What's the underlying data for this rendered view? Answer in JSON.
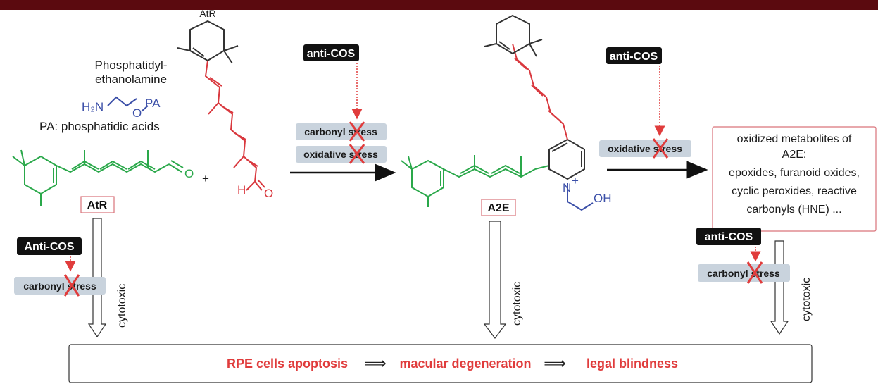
{
  "labels": {
    "pe_name_line1": "Phosphatidyl-",
    "pe_name_line2": "ethanolamine",
    "pe_h2n": "H₂N",
    "pe_o": "O",
    "pe_pa": "PA",
    "pa_def": "PA: phosphatidic acids",
    "atr_top": "AtR",
    "plus": "+",
    "aldehyde_h": "H",
    "aldehyde_o_red": "O",
    "aldehyde_o_green": "O",
    "atr_box": "AtR",
    "a2e_box": "A2E",
    "n_plus": "N",
    "plus_sup": "+",
    "oh": "OH",
    "anti_cos_1": "anti-COS",
    "anti_cos_2": "anti-COS",
    "anti_cos_3": "anti-COS",
    "anti_cos_left": "Anti-COS",
    "carbonyl_stress": "carbonyl stress",
    "oxidative_stress": "oxidative stress",
    "cytotoxic": "cytotoxic"
  },
  "oxidized_box": {
    "lines": [
      "oxidized metabolites of",
      "A2E:",
      "epoxides, furanoid oxides,",
      "cyclic peroxides, reactive",
      "carbonyls (HNE) ..."
    ]
  },
  "outcome": {
    "step1": "RPE cells apoptosis",
    "arrow": "⟹",
    "step2": "macular degeneration",
    "step3": "legal blindness"
  },
  "colors": {
    "top_bar": "#5b0a0f",
    "atr_green": "#2aa84a",
    "atr_red": "#d9383e",
    "pe_blue": "#3b4fa8",
    "stress_box": "#c9d3dd",
    "anti_cos_box": "#111111",
    "inhibit_red": "#e03c3c",
    "box_border": "#d9737a"
  }
}
